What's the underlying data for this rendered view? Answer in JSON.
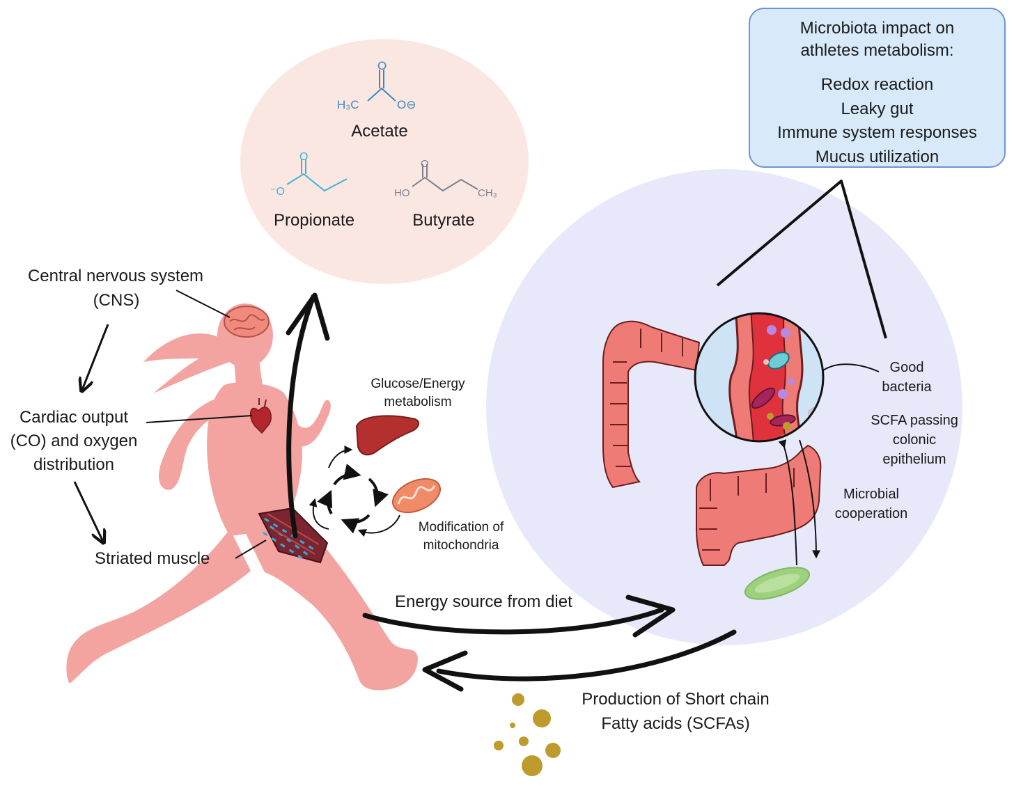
{
  "molecules": {
    "acetate": {
      "name": "Acetate",
      "h3c": "H₃C",
      "o": "O",
      "o_minus": "O⊖"
    },
    "propionate": {
      "name": "Propionate",
      "o_minus": "⁻O",
      "o": "O"
    },
    "butyrate": {
      "name": "Butyrate",
      "ho": "HO",
      "o": "O",
      "ch3": "CH₃"
    }
  },
  "impact_box": {
    "title_line1": "Microbiota impact on",
    "title_line2": "athletes metabolism:",
    "items": [
      "Redox reaction",
      "Leaky gut",
      "Immune system responses",
      "Mucus utilization"
    ]
  },
  "body_labels": {
    "cns_line1": "Central nervous system",
    "cns_line2": "(CNS)",
    "cardiac_line1": "Cardiac output",
    "cardiac_line2": "(CO) and oxygen",
    "cardiac_line3": "distribution",
    "muscle": "Striated muscle"
  },
  "organ_labels": {
    "glucose_line1": "Glucose/Energy",
    "glucose_line2": "metabolism",
    "mito_line1": "Modification of",
    "mito_line2": "mitochondria"
  },
  "gut_labels": {
    "good_line1": "Good",
    "good_line2": "bacteria",
    "scfa_line1": "SCFA passing",
    "scfa_line2": "colonic",
    "scfa_line3": "epithelium",
    "coop_line1": "Microbial",
    "coop_line2": "cooperation"
  },
  "flows": {
    "energy": "Energy source from diet",
    "production_line1": "Production of Short chain",
    "production_line2": "Fatty acids (SCFAs)"
  },
  "colors": {
    "body": "#f3a4a0",
    "gut": "#ef7b76",
    "gut_circle": "#e7e9fb",
    "scfa_circle": "#fbe7e2",
    "molecule_blue": "#3b87c5",
    "molecule_cyan": "#3fb3d4",
    "molecule_gray": "#7a7f8e",
    "scfa_dots": "#bf9a2c"
  }
}
